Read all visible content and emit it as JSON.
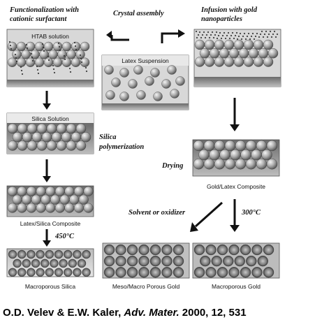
{
  "steps": {
    "functionalization": [
      "Functionalization with",
      "cationic surfactant"
    ],
    "crystal_assembly": "Crystal assembly",
    "infusion": [
      "Infusion with gold",
      "nanoparticles"
    ],
    "silica_polymerization": [
      "Silica",
      "polymerization"
    ],
    "drying": "Drying",
    "solvent": "Solvent or oxidizer",
    "temp_gold": "300°C",
    "temp_silica": "450°C"
  },
  "panels": {
    "htab": "HTAB solution",
    "latex": "Latex Suspension",
    "silica": "Silica Solution"
  },
  "captions": {
    "gold_latex": "Gold/Latex Composite",
    "latex_silica": "Latex/Silica Composite",
    "macroporous_silica": "Macroporous Silica",
    "meso_macro": "Meso/Macro Porous Gold",
    "macroporous_gold": "Macroporous Gold"
  },
  "citation": {
    "authors": "O.D. Velev & E.W. Kaler, ",
    "journal": "Adv. Mater.",
    "details": " 2000, 12, 531"
  },
  "colors": {
    "sphere_light": "#f4f4f4",
    "sphere_dark": "#555555",
    "pore_center": "#c8c8c8",
    "pore_edge": "#3a3a3a",
    "matrix_dark": "#6a6a6a",
    "matrix_light": "#bdbdbd",
    "panel_bg": "#d8d8d8",
    "arrow": "#111111"
  }
}
